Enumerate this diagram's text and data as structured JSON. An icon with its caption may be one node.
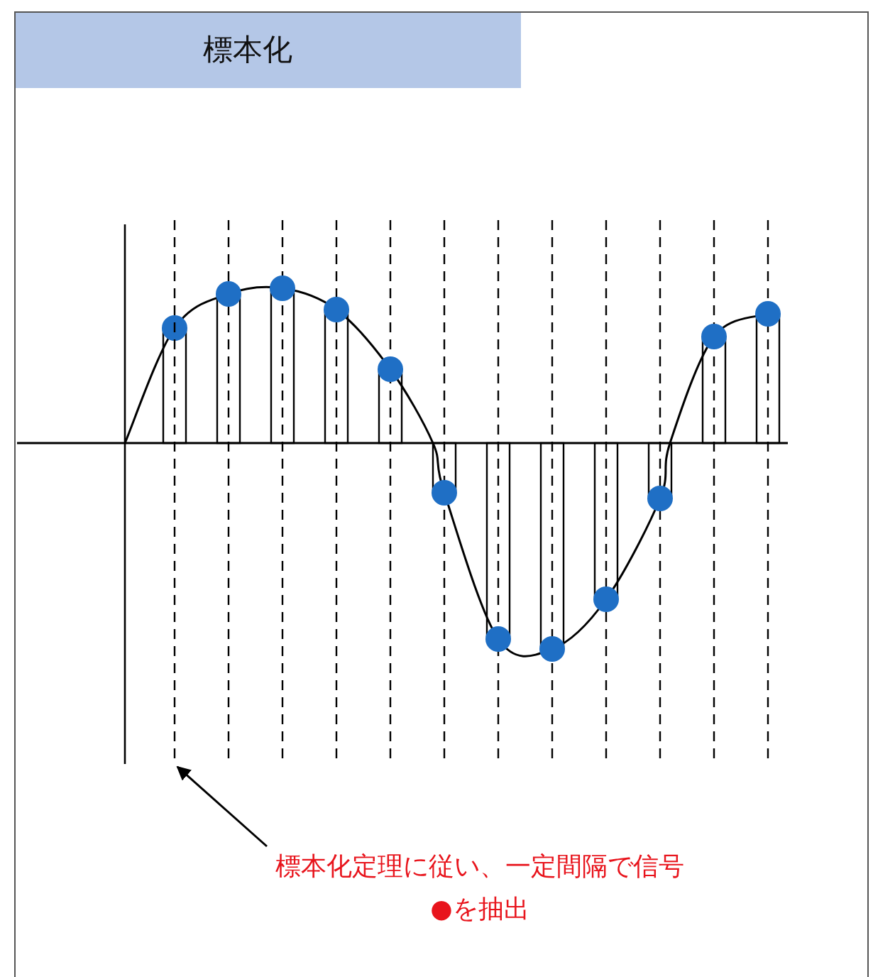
{
  "diagram": {
    "title": "標本化",
    "nodes": [
      {
        "text": [
          "標本化定理に従い、一定間隔で信号●を抽出"
        ]
      },
      {
        "text": [],
        "shape": "line"
      }
    ],
    "edges": [
      {
        "from": 0,
        "to": 1,
        "arrow": "to"
      }
    ]
  }
}
